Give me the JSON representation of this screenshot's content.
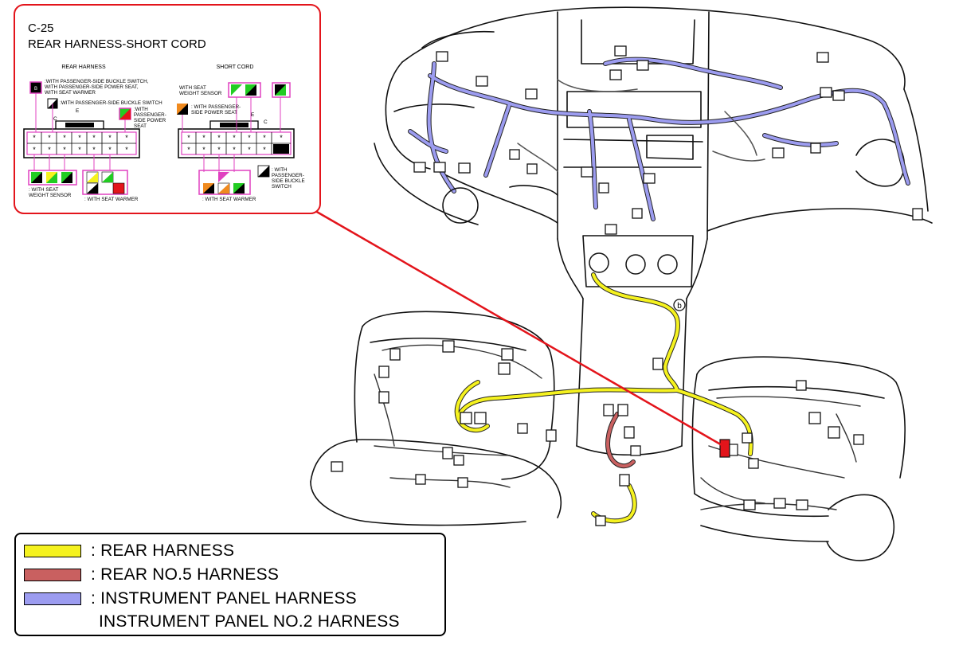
{
  "inset": {
    "code": "C-25",
    "title": "REAR HARNESS-SHORT CORD",
    "left_connector": {
      "heading": "REAR HARNESS",
      "note_top": [
        ":WITH PASSENGER-SIDE BUCKLE SWITCH,",
        "WITH PASSENGER-SIDE POWER SEAT,",
        "WITH SEAT WARMER"
      ],
      "note_buckle": ":WITH PASSENGER-SIDE BUCKLE SWITCH",
      "note_power_seat": [
        ":WITH",
        "PASSENGER-",
        "SIDE POWER",
        "SEAT"
      ],
      "label_e": "E",
      "label_c": "C",
      "note_weight_sensor": [
        ": WITH SEAT",
        "WEIGHT SENSOR"
      ],
      "note_seat_warmer": ": WITH SEAT WARMER"
    },
    "right_connector": {
      "heading": "SHORT CORD",
      "note_weight_sensor": [
        "WITH SEAT",
        "WEIGHT SENSOR"
      ],
      "note_power_seat": [
        ": WITH PASSENGER-",
        "SIDE POWER SEAT"
      ],
      "label_e": "E",
      "label_c": "C",
      "note_buckle": [
        ": WITH",
        "PASSENGER-",
        "SIDE BUCKLE",
        "SWITCH"
      ],
      "note_seat_warmer": ": WITH SEAT WARMER"
    },
    "callout_letter": "b"
  },
  "legend": {
    "items": [
      {
        "label": ": REAR HARNESS",
        "color": "#f5f21f"
      },
      {
        "label": ": REAR NO.5 HARNESS",
        "color": "#c96060"
      },
      {
        "label": ": INSTRUMENT PANEL HARNESS",
        "color": "#9c9cf0"
      }
    ],
    "extra_line": "INSTRUMENT PANEL NO.2 HARNESS"
  },
  "colors": {
    "rear_harness": "#f5f21f",
    "rear_no5_harness": "#c96060",
    "instrument_panel_harness": "#9c9cf0",
    "callout_line": "#e3141b",
    "inset_border": "#e3141b",
    "pin_highlight": "#e040c0"
  }
}
